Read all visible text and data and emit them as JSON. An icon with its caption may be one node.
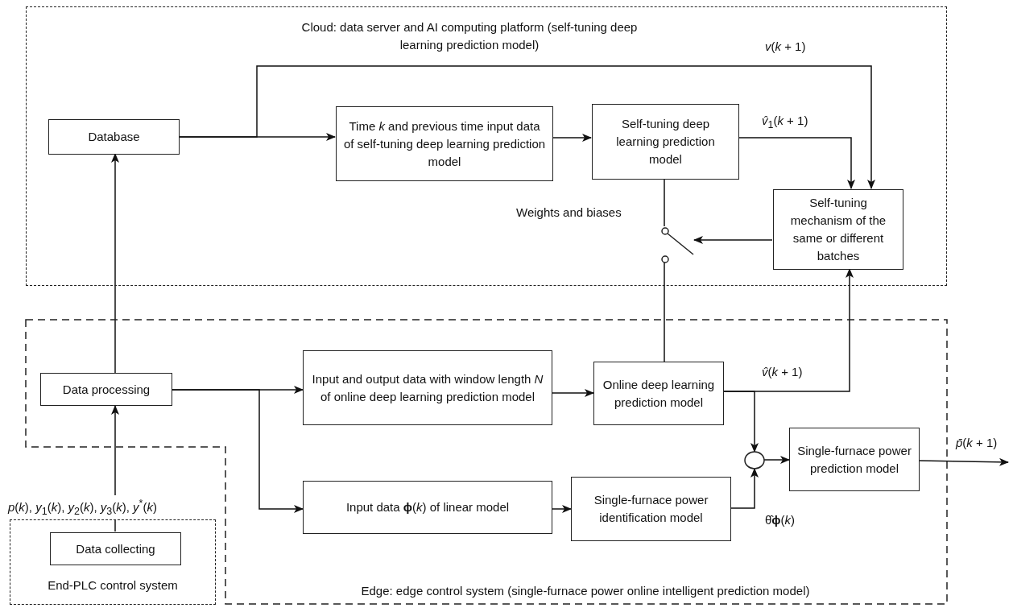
{
  "diagram": {
    "nodes": [
      {
        "text": [
          "Cloud: data server and AI computing platform (self-tuning deep learning prediction model)"
        ]
      },
      {
        "text": [
          "Database"
        ],
        "in": 0
      },
      {
        "text": [
          "Time *k* and previous time input data of self-tuning deep learning prediction model"
        ],
        "in": 0
      },
      {
        "text": [
          "Self-tuning deep learning prediction model"
        ],
        "in": 0
      },
      {
        "text": [
          "Self-tuning mechanism of the same or different batches"
        ],
        "in": 0
      },
      {
        "text": [],
        "shape": "switch",
        "beside": [
          "Weights and biases"
        ],
        "in": 0
      },
      {
        "text": [
          "Edge: edge control system (single-furnace power online intelligent prediction model)"
        ]
      },
      {
        "text": [
          "Data processing"
        ],
        "in": 6
      },
      {
        "text": [
          "Input and output data with window length *N* of online deep learning prediction model"
        ],
        "in": 6
      },
      {
        "text": [
          "Online deep learning prediction model"
        ],
        "in": 6
      },
      {
        "text": [
          "Input data **ϕ**(*k*) of linear model"
        ],
        "in": 6
      },
      {
        "text": [
          "Single-furnace power identification model"
        ],
        "in": 6
      },
      {
        "text": [],
        "shape": "circle",
        "in": 6
      },
      {
        "text": [
          "Single-furnace power prediction model"
        ],
        "in": 6
      },
      {
        "text": [
          "End-PLC control system"
        ]
      },
      {
        "text": [
          "Data collecting"
        ],
        "in": 14
      }
    ],
    "edges": [
      {
        "from": 15,
        "to": 7,
        "arrow": "to",
        "label": "*p*(*k*), *y*$_{1}$(*k*), *y*$_{2}$(*k*), *y*$_{3}$(*k*), *y*$^{*}$(*k*)"
      },
      {
        "from": 7,
        "to": 1,
        "arrow": "to"
      },
      {
        "from": 1,
        "to": 2,
        "arrow": "to"
      },
      {
        "from": 1,
        "to": 4,
        "arrow": "to",
        "label": "*v*(*k* + 1)"
      },
      {
        "from": 2,
        "to": 3,
        "arrow": "to"
      },
      {
        "from": 3,
        "to": 4,
        "arrow": "to",
        "label": "*v̂*$_{1}$(*k* + 1)"
      },
      {
        "from": 3,
        "to": 5,
        "arrow": "none"
      },
      {
        "from": 4,
        "to": 5,
        "arrow": "to"
      },
      {
        "from": 9,
        "to": 5,
        "arrow": "none"
      },
      {
        "from": 7,
        "to": 8,
        "arrow": "to"
      },
      {
        "from": 7,
        "to": 10,
        "arrow": "to"
      },
      {
        "from": 8,
        "to": 9,
        "arrow": "to"
      },
      {
        "from": 10,
        "to": 11,
        "arrow": "to"
      },
      {
        "from": 9,
        "to": 4,
        "arrow": "to",
        "label": "*v̂*(*k* + 1)"
      },
      {
        "from": 9,
        "to": 12,
        "arrow": "to"
      },
      {
        "from": 11,
        "to": 12,
        "arrow": "to",
        "label": "θ̂**ϕ**(*k*)"
      },
      {
        "from": 12,
        "to": 13,
        "arrow": "to"
      },
      {
        "from": 13,
        "to": null,
        "arrow": "to",
        "label": "*p̄*(*k* + 1)"
      }
    ]
  }
}
